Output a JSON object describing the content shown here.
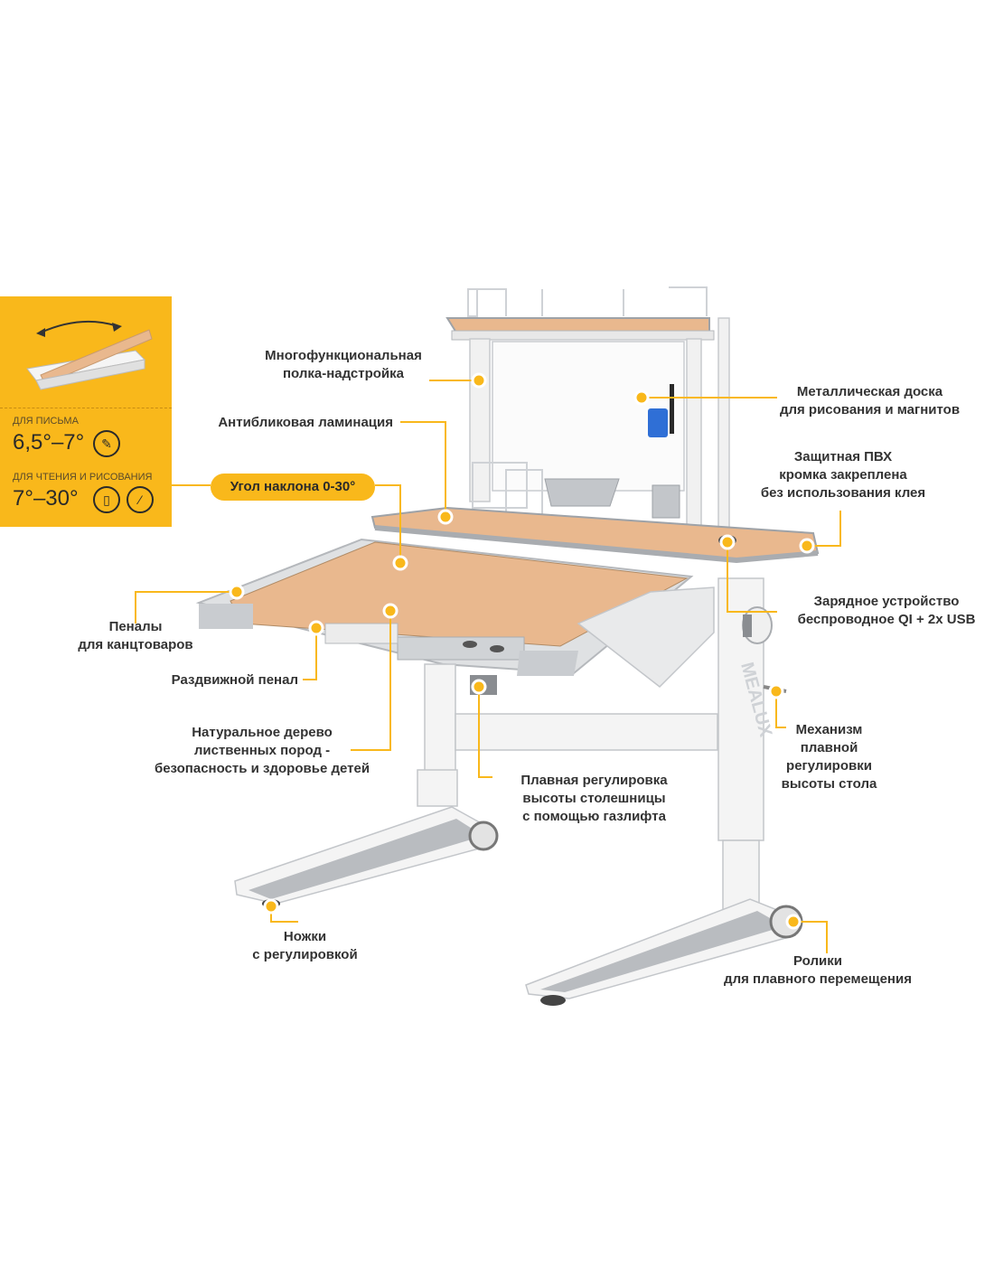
{
  "colors": {
    "accent": "#F9B81B",
    "wood": "#E9B88E",
    "frame_gray": "#B9BCC0",
    "frame_white": "#F4F4F4"
  },
  "icons": [
    "tilt-angle-icon",
    "pencil-icon",
    "book-icon",
    "brush-icon"
  ],
  "panel": {
    "writing_label": "для письма",
    "writing_range": "6,5°–7°",
    "reading_label": "для чтения и рисования",
    "reading_range": "7°–30°"
  },
  "tilt_badge": "Угол наклона 0-30°",
  "callouts": {
    "shelf": [
      "Многофункциональная",
      "полка-надстройка"
    ],
    "antiglare": [
      "Антибликовая ламинация"
    ],
    "board": [
      "Металлическая доска",
      "для рисования и магнитов"
    ],
    "pvc_edge": [
      "Защитная ПВХ",
      "кромка закреплена",
      "без использования клея"
    ],
    "charger": [
      "Зарядное устройство",
      "беспроводное QI + 2x USB"
    ],
    "pencil_cases": [
      "Пеналы",
      "для канцтоваров"
    ],
    "sliding_case": [
      "Раздвижной пенал"
    ],
    "wood": [
      "Натуральное дерево",
      "лиственных пород -",
      "безопасность и здоровье детей"
    ],
    "gaslift": [
      "Плавная регулировка",
      "высоты столешницы",
      "с помощью газлифта"
    ],
    "mechanism": [
      "Механизм",
      "плавной",
      "регулировки",
      "высоты стола"
    ],
    "legs": [
      "Ножки",
      "с регулировкой"
    ],
    "rollers": [
      "Ролики",
      "для плавного перемещения"
    ]
  },
  "brand_mark": "MEALUX"
}
